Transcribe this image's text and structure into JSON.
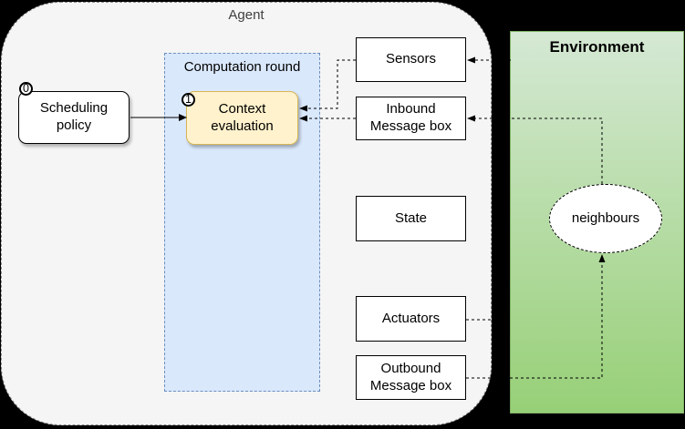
{
  "diagram": {
    "agent": {
      "label": "Agent"
    },
    "scheduling_policy": {
      "badge": "0",
      "label": "Scheduling\npolicy"
    },
    "computation_round": {
      "label": "Computation round"
    },
    "context_evaluation": {
      "badge": "1",
      "label": "Context\nevaluation"
    },
    "io_boxes": {
      "sensors": "Sensors",
      "inbound": "Inbound\nMessage box",
      "state": "State",
      "actuators": "Actuators",
      "outbound": "Outbound\nMessage box"
    },
    "environment": {
      "label": "Environment",
      "neighbours": "neighbours"
    },
    "colors": {
      "background": "#000000",
      "agent_fill": "#f5f5f5",
      "agent_border": "#8a8a8a",
      "computation_round_fill": "#dae8fc",
      "computation_round_border": "#6c8ebf",
      "context_evaluation_fill": "#fff2cc",
      "context_evaluation_border": "#d6b656",
      "node_fill": "#ffffff",
      "node_border": "#000000",
      "environment_gradient_top": "#d5e8d4",
      "environment_gradient_bottom": "#97d077",
      "environment_border": "#82b366",
      "connector": "#000000"
    }
  }
}
